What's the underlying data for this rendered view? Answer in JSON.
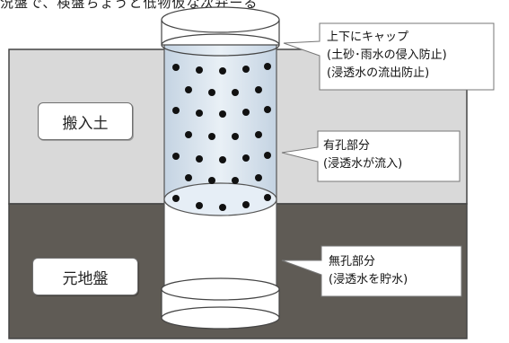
{
  "header_fragment": "況盤で、検盤ちょうと低物仮な次弁ーる",
  "labels": {
    "hannyu": "搬入土",
    "motojiban": "元地盤"
  },
  "callouts": {
    "cap": {
      "line1": "上下にキャップ",
      "line2": "(土砂･雨水の侵入防止)",
      "line3": "(浸透水の流出防止)"
    },
    "perforated": {
      "line1": "有孔部分",
      "line2": "(浸透水が流入)"
    },
    "solid": {
      "line1": "無孔部分",
      "line2": "(浸透水を貯水)"
    }
  },
  "colors": {
    "upper_soil": "#d9d9d9",
    "lower_ground": "#5f5b55",
    "pipe_perforated": "#d8e3ee",
    "pipe_solid": "#ffffff",
    "hole": "#111111"
  }
}
